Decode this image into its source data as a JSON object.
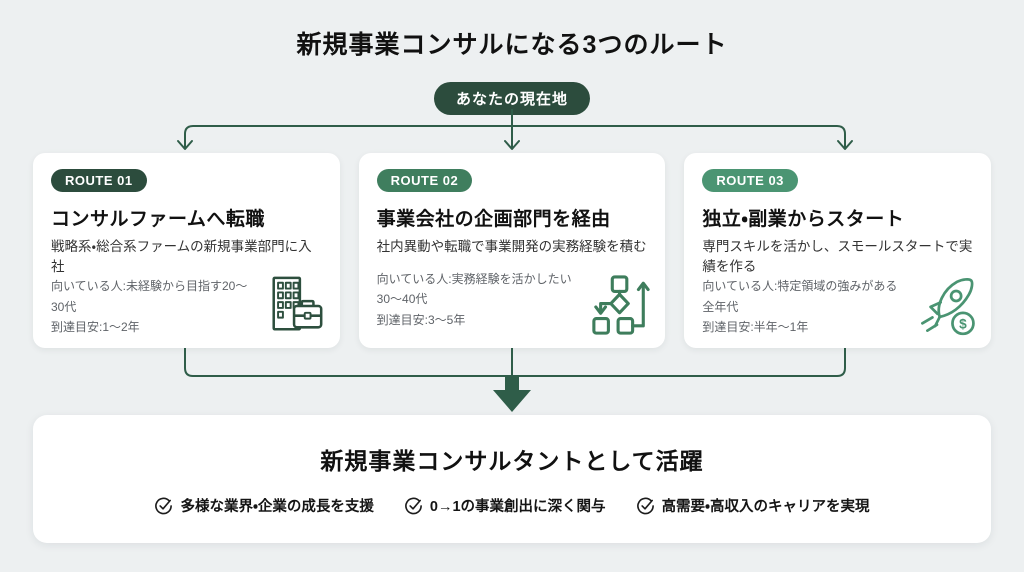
{
  "title": "新規事業コンサルになる3つのルート",
  "current_location_badge": "あなたの現在地",
  "colors": {
    "background": "#edf0f1",
    "card_background": "#ffffff",
    "route1_green": "#2c4c3d",
    "route2_green": "#3f7e5e",
    "route3_green": "#4b9573",
    "connector_green": "#2f5d49",
    "text_dark": "#111111",
    "text_detail": "#5f6368"
  },
  "routes": [
    {
      "badge": "ROUTE 01",
      "badge_color": "#2c4c3d",
      "title": "コンサルファームへ転職",
      "subtitle": "戦略系・総合系ファームの新規事業部門に入社",
      "fit": "向いている人:未経験から目指す20〜30代",
      "goal": "到達目安:1〜2年",
      "icon": "office-building-briefcase-icon"
    },
    {
      "badge": "ROUTE 02",
      "badge_color": "#3f7e5e",
      "title": "事業会社の企画部門を経由",
      "subtitle": "社内異動や転職で事業開発の実務経験を積む",
      "fit": "向いている人:実務経験を活かしたい30〜40代",
      "goal": "到達目安:3〜5年",
      "icon": "flowchart-icon"
    },
    {
      "badge": "ROUTE 03",
      "badge_color": "#4b9573",
      "title": "独立・副業からスタート",
      "subtitle": "専門スキルを活かし、スモールスタートで実績を作る",
      "fit": "向いている人:特定領域の強みがある全年代",
      "goal": "到達目安:半年〜1年",
      "icon": "rocket-coin-icon"
    }
  ],
  "outcome": {
    "title": "新規事業コンサルタントとして活躍",
    "benefits": [
      "多様な業界・企業の成長を支援",
      "0→1の事業創出に深く関与",
      "高需要・高収入のキャリアを実現"
    ]
  }
}
